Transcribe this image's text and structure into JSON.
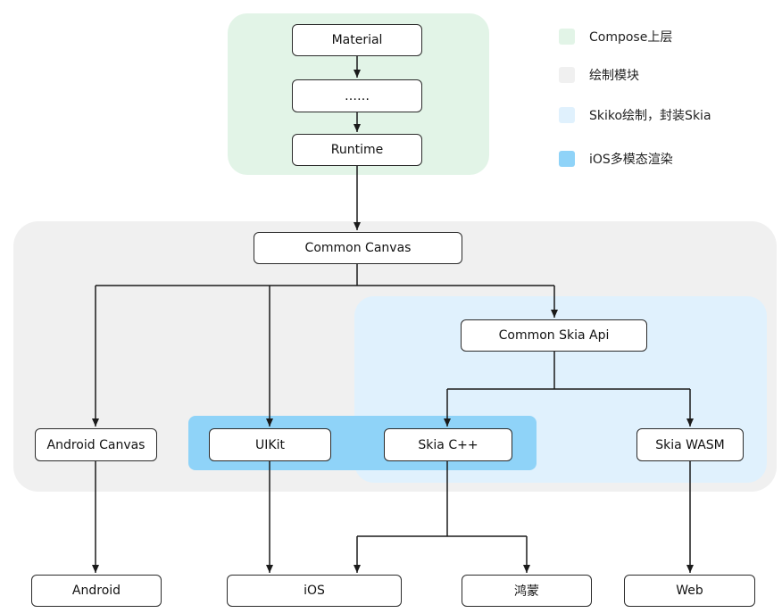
{
  "colors": {
    "compose": "#e2f4e7",
    "drawing": "#f0f0f0",
    "skiko": "#e0f1fd",
    "ios": "#8fd3f8",
    "line": "#1a1a1a"
  },
  "legend": [
    {
      "label": "Compose上层",
      "color": "#e2f4e7"
    },
    {
      "label": "绘制模块",
      "color": "#f0f0f0"
    },
    {
      "label": "Skiko绘制，封装Skia",
      "color": "#e0f1fd"
    },
    {
      "label": "iOS多模态渲染",
      "color": "#8fd3f8"
    }
  ],
  "nodes": {
    "material": "Material",
    "ellipsis": "……",
    "runtime": "Runtime",
    "common_canvas": "Common Canvas",
    "common_skia_api": "Common Skia Api",
    "android_canvas": "Android Canvas",
    "uikit": "UIKit",
    "skia_cpp": "Skia C++",
    "skia_wasm": "Skia WASM",
    "android": "Android",
    "ios": "iOS",
    "hongmeng": "鸿蒙",
    "web": "Web"
  }
}
